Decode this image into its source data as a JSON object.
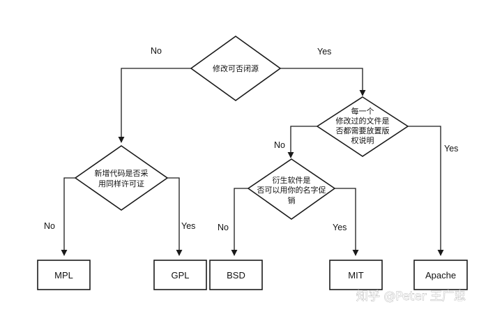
{
  "diagram": {
    "decisions": {
      "modify_close_source": {
        "lines": [
          "修改可否闭源"
        ]
      },
      "copyright_notice": {
        "lines": [
          "每一个",
          "修改过的文件是",
          "否都需要放置版",
          "权说明"
        ]
      },
      "new_code_same_license": {
        "lines": [
          "新增代码是否采",
          "用同样许可证"
        ]
      },
      "derivative_use_name": {
        "lines": [
          "衍生软件是",
          "否可以用你的名字促",
          "销"
        ]
      }
    },
    "licenses": {
      "mpl": "MPL",
      "gpl": "GPL",
      "bsd": "BSD",
      "mit": "MIT",
      "apache": "Apache"
    },
    "edge_labels": {
      "root_no": "No",
      "root_yes": "Yes",
      "notice_no": "No",
      "notice_yes": "Yes",
      "newcode_no": "No",
      "newcode_yes": "Yes",
      "deriv_no": "No",
      "deriv_yes": "Yes"
    },
    "watermark": "知乎 @Peter 王广忠"
  }
}
